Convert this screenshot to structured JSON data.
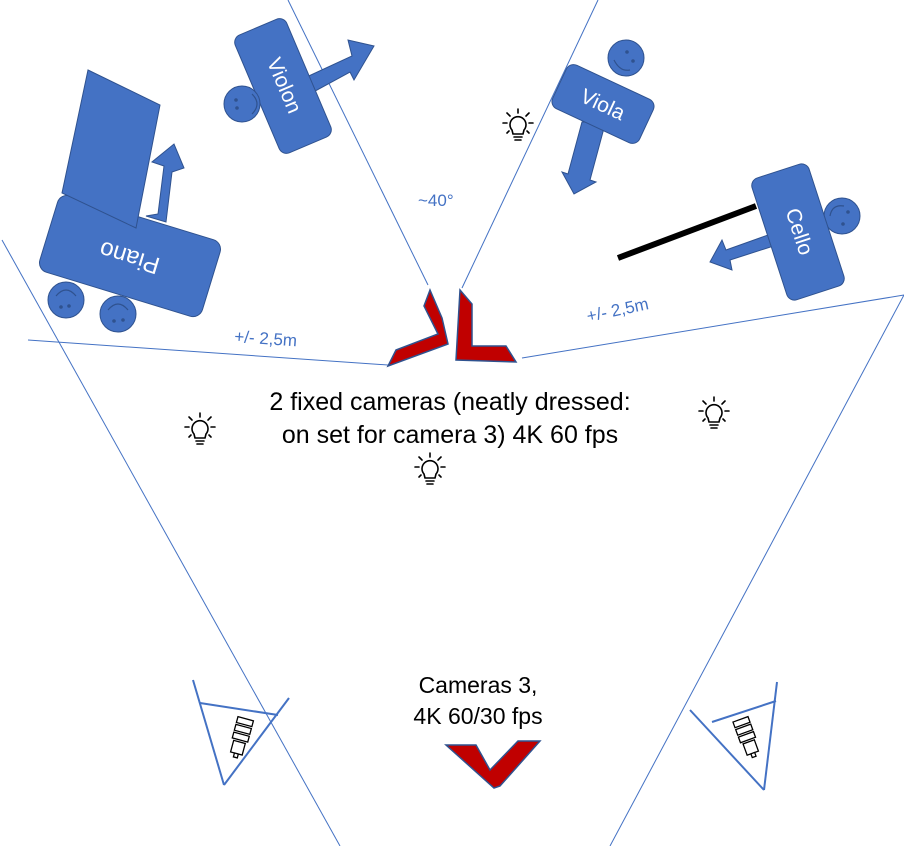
{
  "diagram": {
    "instruments": [
      {
        "id": "piano",
        "label": "Piano"
      },
      {
        "id": "violon",
        "label": "Violon"
      },
      {
        "id": "viola",
        "label": "Viola"
      },
      {
        "id": "cello",
        "label": "Cello"
      }
    ],
    "annotations": {
      "angle": "~40°",
      "distance_left": "+/- 2,5m",
      "distance_right": "+/- 2,5m"
    },
    "fixed_cameras": {
      "line1": "2 fixed cameras (neatly dressed:",
      "line2": "on set for camera 3) 4K 60 fps"
    },
    "camera3": {
      "line1": "Cameras 3,",
      "line2": "4K 60/30 fps"
    },
    "colors": {
      "instrument": "#4472C4",
      "instrument_border": "#2F528F",
      "camera": "#C00000",
      "guide_line": "#4472C4",
      "text": "#000000"
    }
  }
}
